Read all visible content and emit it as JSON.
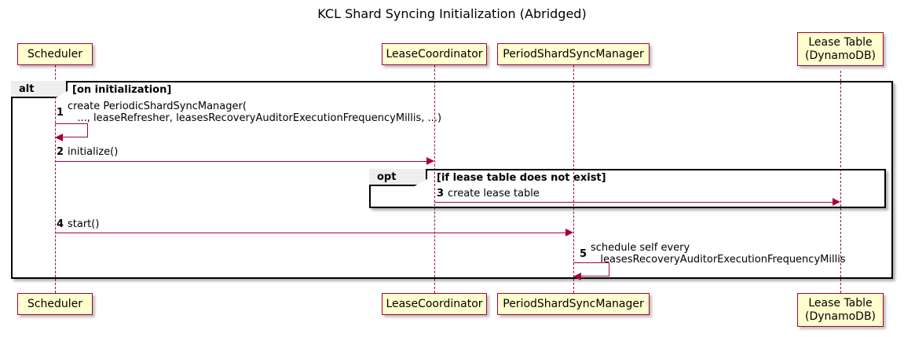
{
  "diagram": {
    "title": "KCL Shard Syncing Initialization (Abridged)",
    "type": "sequence-diagram"
  },
  "participants": [
    {
      "id": "scheduler",
      "label": "Scheduler"
    },
    {
      "id": "lease-coordinator",
      "label": "LeaseCoordinator"
    },
    {
      "id": "period-shard-sync-manager",
      "label": "PeriodShardSyncManager"
    },
    {
      "id": "lease-table",
      "label": "Lease Table\n(DynamoDB)"
    }
  ],
  "fragments": [
    {
      "id": "alt",
      "keyword": "alt",
      "guard": "[on initialization]"
    },
    {
      "id": "opt",
      "keyword": "opt",
      "guard": "[if lease table does not exist]"
    }
  ],
  "messages": [
    {
      "number": "1",
      "line1": "create PeriodicShardSyncManager(",
      "line2": "   ..., leaseRefresher, leasesRecoveryAuditorExecutionFrequencyMillis, ...)",
      "from": "scheduler",
      "to": "scheduler",
      "kind": "self"
    },
    {
      "number": "2",
      "line1": "initialize()",
      "from": "scheduler",
      "to": "lease-coordinator",
      "kind": "call"
    },
    {
      "number": "3",
      "line1": "create lease table",
      "from": "lease-coordinator",
      "to": "lease-table",
      "kind": "call"
    },
    {
      "number": "4",
      "line1": "start()",
      "from": "scheduler",
      "to": "period-shard-sync-manager",
      "kind": "call"
    },
    {
      "number": "5",
      "line1": "schedule self every",
      "line2": "   leasesRecoveryAuditorExecutionFrequencyMillis",
      "from": "period-shard-sync-manager",
      "to": "period-shard-sync-manager",
      "kind": "self"
    }
  ],
  "colors": {
    "participant_fill": "#FEFECE",
    "participant_border": "#A80036",
    "arrow": "#A80036",
    "fragment_border": "#000000",
    "fragment_tab_fill": "#EEEEEE",
    "text": "#000000",
    "background": "#FFFFFF"
  }
}
